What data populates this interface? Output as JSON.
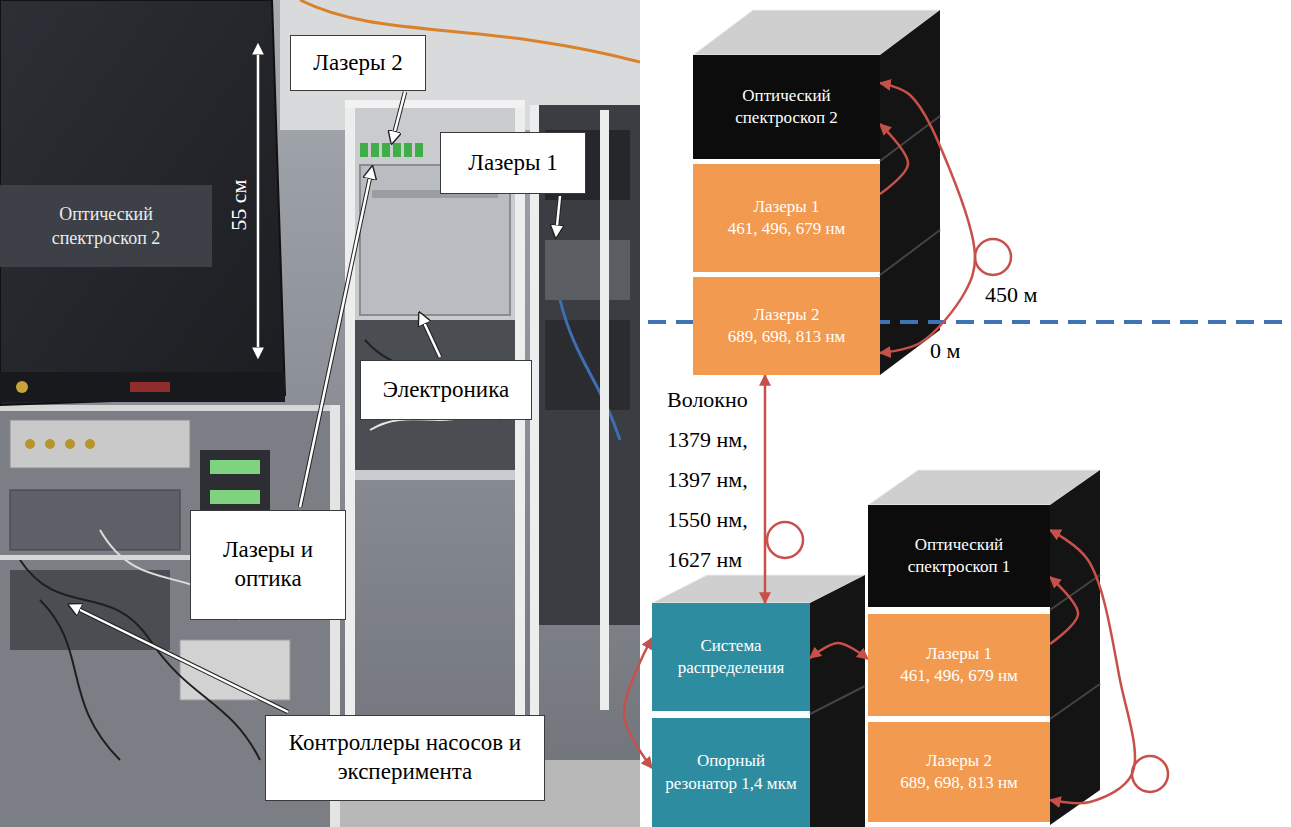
{
  "diagram": {
    "nodes": [
      {
        "text": [
          "Лазеры 2"
        ]
      },
      {
        "text": [
          "Лазеры 1"
        ]
      },
      {
        "text": [
          "Оптический спектроскоп 2"
        ]
      },
      {
        "text": [
          "Электроника"
        ]
      },
      {
        "text": [
          "Лазеры и оптика"
        ]
      },
      {
        "text": [
          "Контроллеры насосов и эксперимента"
        ]
      },
      {
        "text": [
          "Оптический спектроскоп 2"
        ]
      },
      {
        "text": [
          "Лазеры 1",
          "461, 496, 679 нм"
        ]
      },
      {
        "text": [
          "Лазеры 2",
          "689, 698, 813 нм"
        ]
      },
      {
        "text": [
          "Система распределения"
        ]
      },
      {
        "text": [
          "Опорный резонатор 1,4 мкм"
        ]
      },
      {
        "text": [
          "Оптический спектроскоп 1"
        ]
      },
      {
        "text": [
          "Лазеры 1",
          "461, 496, 679 нм"
        ]
      },
      {
        "text": [
          "Лазеры 2",
          "689, 698, 813 нм"
        ]
      }
    ],
    "edges": [
      {
        "from": 7,
        "to": 6,
        "arrow": "to"
      },
      {
        "from": 8,
        "to": 6,
        "arrow": "both"
      },
      {
        "from": 9,
        "to": 8,
        "arrow": "both",
        "label": "Волокно 1379 нм, 1397 нм, 1550 нм, 1627 нм"
      },
      {
        "from": 9,
        "to": 10,
        "arrow": "both"
      },
      {
        "from": 9,
        "to": 12,
        "arrow": "both"
      },
      {
        "from": 12,
        "to": 11,
        "arrow": "to"
      },
      {
        "from": 13,
        "to": 11,
        "arrow": "both"
      }
    ],
    "labels": [
      "55 см",
      "450 м",
      "0 м"
    ]
  }
}
